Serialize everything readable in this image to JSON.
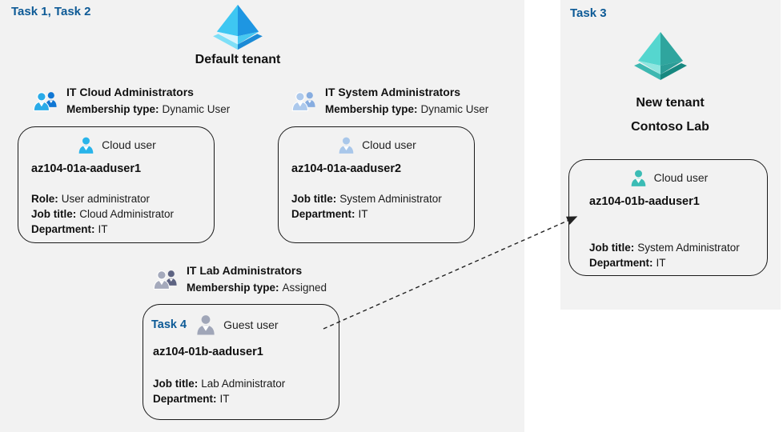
{
  "left_panel": {
    "task_label": "Task 1, Task 2",
    "tenant_name": "Default tenant",
    "groups": [
      {
        "name": "IT Cloud Administrators",
        "membership_label": "Membership type:",
        "membership_value": "Dynamic User"
      },
      {
        "name": "IT System Administrators",
        "membership_label": "Membership type:",
        "membership_value": "Dynamic User"
      },
      {
        "name": "IT Lab Administrators",
        "membership_label": "Membership type:",
        "membership_value": "Assigned"
      }
    ],
    "cards": [
      {
        "user_type": "Cloud user",
        "username": "az104-01a-aaduser1",
        "fields": [
          {
            "label": "Role:",
            "value": "User administrator"
          },
          {
            "label": "Job title:",
            "value": "Cloud Administrator"
          },
          {
            "label": "Department:",
            "value": "IT"
          }
        ]
      },
      {
        "user_type": "Cloud user",
        "username": "az104-01a-aaduser2",
        "fields": [
          {
            "label": "Job title:",
            "value": "System Administrator"
          },
          {
            "label": "Department:",
            "value": "IT"
          }
        ]
      },
      {
        "task_badge": "Task 4",
        "user_type": "Guest user",
        "username": "az104-01b-aaduser1",
        "fields": [
          {
            "label": "Job title:",
            "value": "Lab Administrator"
          },
          {
            "label": "Department:",
            "value": "IT"
          }
        ]
      }
    ]
  },
  "right_panel": {
    "task_label": "Task 3",
    "tenant_name_line1": "New tenant",
    "tenant_name_line2": "Contoso Lab",
    "card": {
      "user_type": "Cloud user",
      "username": "az104-01b-aaduser1",
      "fields": [
        {
          "label": "Job title:",
          "value": "System Administrator"
        },
        {
          "label": "Department:",
          "value": "IT"
        }
      ]
    }
  },
  "icons": {
    "default_tenant": "azure-tenant-pyramid-icon-blue",
    "new_tenant": "azure-tenant-pyramid-icon-teal",
    "group1": "user-group-icon-blue",
    "group2": "user-group-icon-lightblue",
    "group3": "user-group-icon-gray",
    "card1_user": "person-icon-cyan",
    "card2_user": "person-icon-lightblue",
    "card3_user": "person-icon-gray",
    "cardR_user": "person-icon-teal",
    "connector": "dashed-arrow-guest-to-new-tenant"
  },
  "colors": {
    "task_label": "#0d5a96",
    "panel_background": "#f2f2f2",
    "text": "#1a1a1a",
    "card_border": "#1a1a1a",
    "arrow": "#222222",
    "person_cyan": "#29b4ea",
    "person_lightblue": "#a9c7ea",
    "person_gray": "#a0a6b8",
    "person_teal": "#3bbcb5",
    "pyramid_blue_light": "#3ec7f2",
    "pyramid_blue_dark": "#1e96e2",
    "pyramid_teal_light": "#55d6cf",
    "pyramid_teal_dark": "#2fa59e"
  }
}
